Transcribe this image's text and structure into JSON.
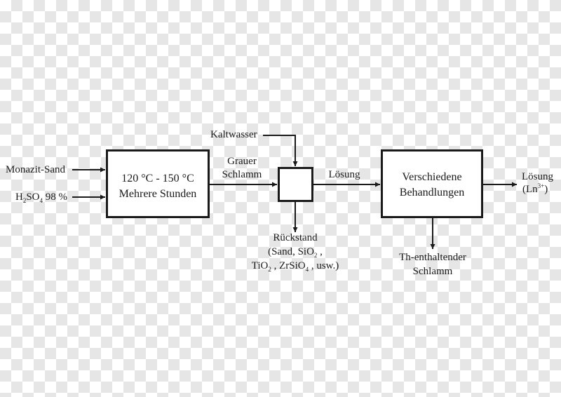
{
  "inputs": {
    "monazite_sand": "Monazit-Sand",
    "acid": {
      "base": "H",
      "sub1": "2",
      "mid": "SO",
      "sub2": "4",
      "tail": " 98 %"
    }
  },
  "box1": {
    "line1": "120 °C - 150 °C",
    "line2": "Mehrere Stunden"
  },
  "grey_sludge": {
    "line1": "Grauer",
    "line2": "Schlamm"
  },
  "cold_water": "Kaltwasser",
  "solution_label": "Lösung",
  "residue": {
    "line1": "Rückstand",
    "line2_pre": "(Sand, SiO",
    "line2_sub": "2",
    "line2_post": " ,",
    "line3_a": "TiO",
    "line3_a_sub": "2",
    "line3_b": " , ZrSiO",
    "line3_b_sub": "4",
    "line3_c": " , usw.)"
  },
  "box2": {
    "line1": "Verschiedene",
    "line2": "Behandlungen"
  },
  "th_sludge": {
    "line1": "Th-enthaltender",
    "line2": "Schlamm"
  },
  "final_solution": {
    "line1": "Lösung",
    "line2_pre": "(Ln",
    "line2_sup": "3+",
    "line2_post": ")"
  }
}
